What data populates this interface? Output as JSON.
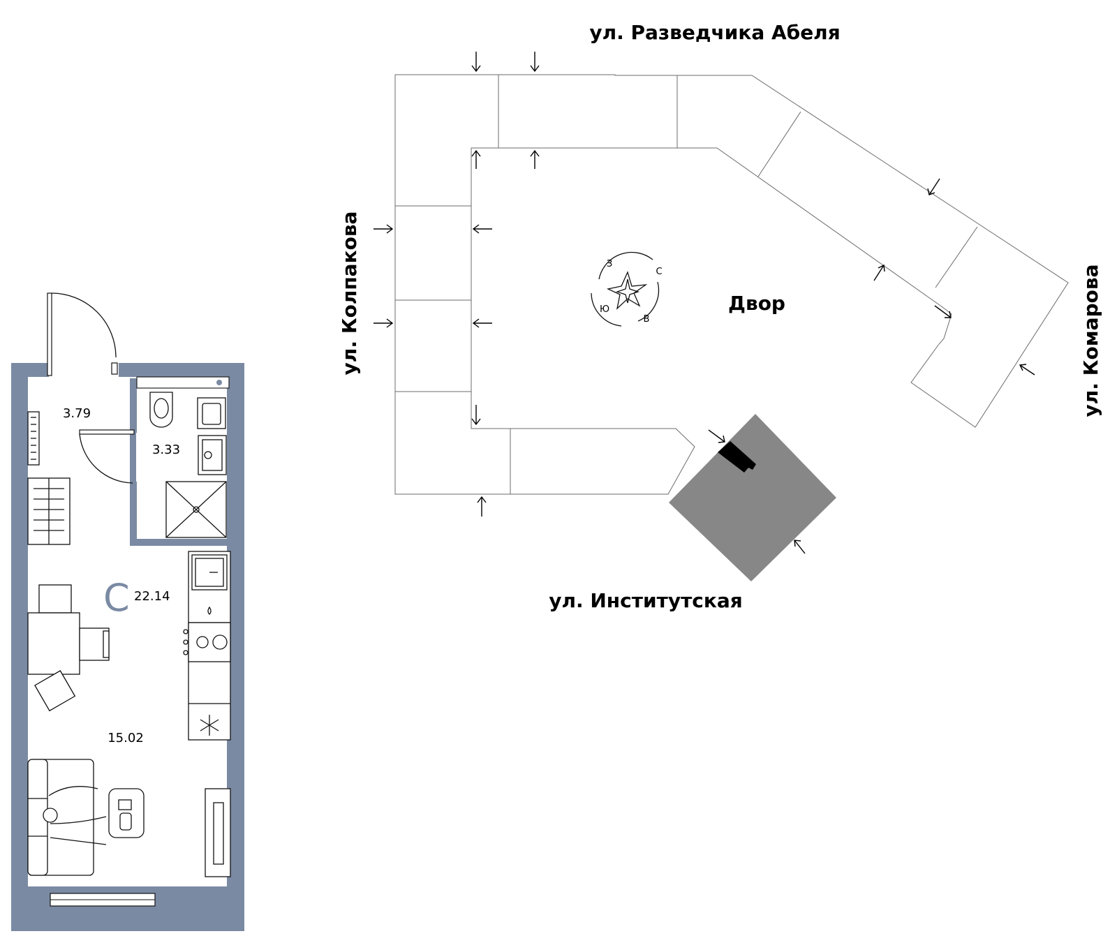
{
  "streets": {
    "north": "ул. Разведчика Абеля",
    "west": "ул. Колпакова",
    "east": "ул. Комарова",
    "south": "ул. Институтская"
  },
  "courtyard_label": "Двор",
  "compass": {
    "n": "С",
    "e": "В",
    "s": "Ю",
    "w": "З"
  },
  "apartment": {
    "type_letter": "С",
    "total_area": "22.14",
    "rooms": [
      {
        "name": "hallway",
        "area": "3.79"
      },
      {
        "name": "bathroom",
        "area": "3.33"
      },
      {
        "name": "studio-room",
        "area": "15.02"
      }
    ]
  },
  "colors": {
    "wall": "#7b8aa3",
    "highlight_section": "#878787",
    "building_outline": "#6b6b6b",
    "entrance_marker": "#000000"
  }
}
